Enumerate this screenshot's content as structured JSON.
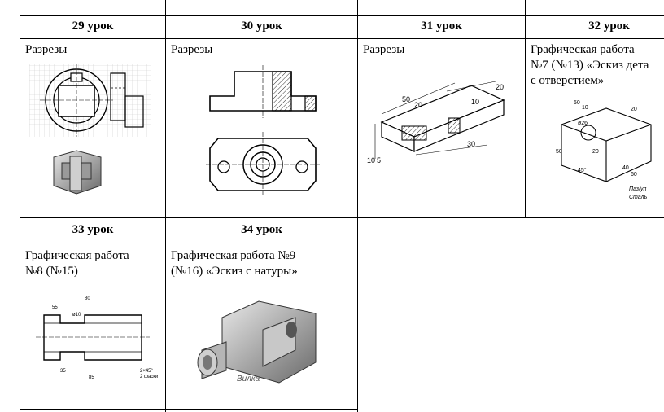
{
  "lessons": [
    {
      "header": "29 урок",
      "title": "Разрезы"
    },
    {
      "header": "30 урок",
      "title": "Разрезы"
    },
    {
      "header": "31 урок",
      "title": "Разрезы"
    },
    {
      "header": "32 урок",
      "title_lines": [
        "Графическая работа",
        "№7 (№13) «Эскиз дета",
        "с отверстием»"
      ]
    },
    {
      "header": "33 урок",
      "title_lines": [
        "Графическая работа",
        "№8 (№15)"
      ]
    },
    {
      "header": "34 урок",
      "title_lines": [
        "Графическая работа №9",
        "(№16) «Эскиз с натуры»"
      ]
    }
  ],
  "drawings": {
    "d31": {
      "dim1": "50",
      "dim2": "20",
      "dim3": "20",
      "dim4": "10",
      "dim5": "30",
      "dim6": "10",
      "dim7": "5"
    },
    "d32": {
      "dim1": "50",
      "dim2": "10",
      "dim3": "20",
      "dim4": "ø26",
      "dim5": "50",
      "dim6": "40",
      "dim7": "60",
      "dim8": "20",
      "dim9": "45°",
      "note1": "Паз/уп",
      "note2": "Сталь"
    },
    "d33": {
      "dim1": "80",
      "dim2": "55",
      "dim3": "ø10",
      "dim4": "35",
      "dim5": "85",
      "dim6": "2×45°",
      "dim7": "2 фаски"
    },
    "d34": {
      "caption": "Вилка"
    }
  }
}
